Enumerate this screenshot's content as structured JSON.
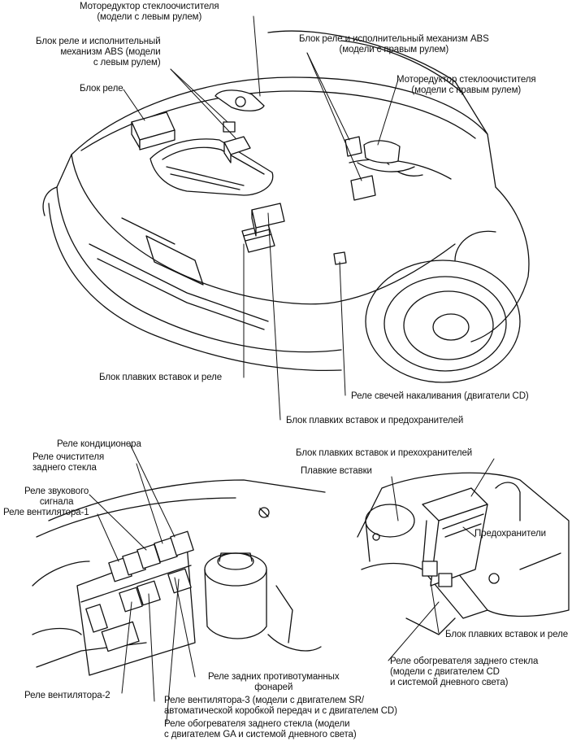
{
  "top": {
    "wiper_motor_lhd": "Моторедуктор стеклоочистителя\n(модели с левым рулем)",
    "abs_lhd": "Блок реле и исполнительный\nмеханизм ABS (модели\nс левым рулем)",
    "relay_block": "Блок реле",
    "abs_rhd": "Блок реле и исполнительный механизм ABS\n(модели с правым рулем)",
    "wiper_motor_rhd": "Моторедуктор стеклоочистителя\n(модели с правым рулем)",
    "fusible_link_relay": "Блок плавких вставок и реле",
    "glow_plug_relay": "Реле свечей накаливания (двигатели CD)",
    "fusible_link_fuse": "Блок плавких вставок и предохранителей"
  },
  "bottom_left": {
    "ac_relay": "Реле кондиционера",
    "rear_defogger_relay": "Реле очистителя\nзаднего стекла",
    "horn_relay": "Реле звукового\nсигнала",
    "fan_relay_1": "Реле вентилятора-1",
    "rear_fog_relay": "Реле задних противотуманных\nфонарей",
    "fan_relay_2": "Реле вентилятора-2",
    "fan_relay_3": "Реле вентилятора-3 (модели с двигателем SR/\nавтоматической коробкой передач и с двигателем CD)",
    "rear_heater_relay_ga": "Реле обогревателя заднего стекла (модели\nс двигателем GA и системой дневного света)"
  },
  "bottom_right": {
    "fuse_box": "Блок плавких вставок и прехохранителей",
    "fusible_links": "Плавкие вставки",
    "fuses": "Предохранители",
    "fusible_relay_block": "Блок плавких вставок и реле",
    "rear_heater_relay_cd": "Реле обогревателя заднего стекла\n(модели с двигателем CD\nи системой дневного света)"
  }
}
